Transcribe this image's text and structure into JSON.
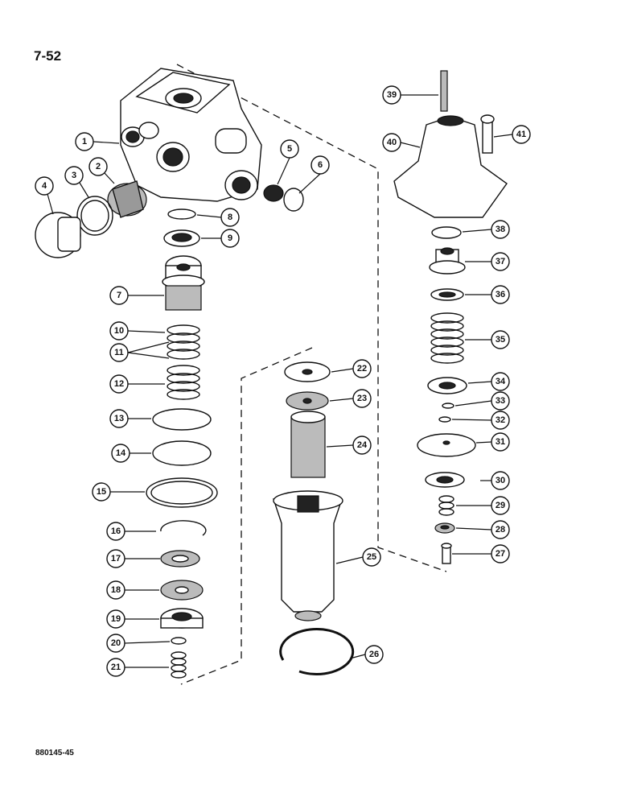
{
  "page_number": "7-52",
  "figure_code": "880145-45",
  "callouts": [
    "1",
    "2",
    "3",
    "4",
    "5",
    "6",
    "7",
    "8",
    "9",
    "10",
    "11",
    "12",
    "13",
    "14",
    "15",
    "16",
    "17",
    "18",
    "19",
    "20",
    "21",
    "22",
    "23",
    "24",
    "25",
    "26",
    "27",
    "28",
    "29",
    "30",
    "31",
    "32",
    "33",
    "34",
    "35",
    "36",
    "37",
    "38",
    "39",
    "40",
    "41"
  ]
}
